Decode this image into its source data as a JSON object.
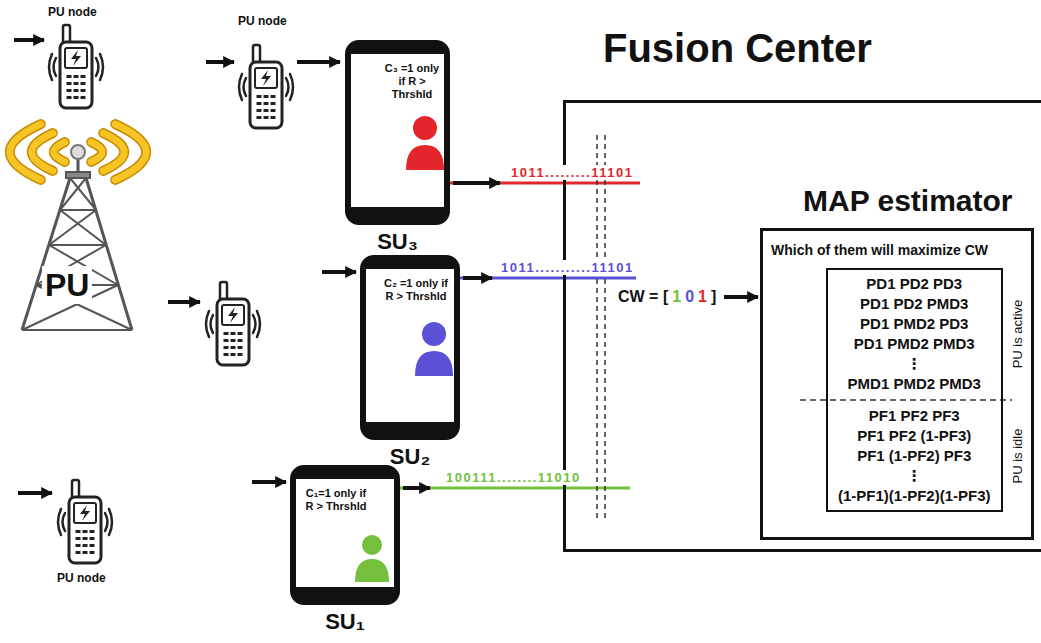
{
  "diagram": {
    "nodes": [
      {
        "text": [
          "C₃ =1 only if R > Thrshld",
          "SU₃"
        ]
      },
      {
        "text": [
          "C₂ =1 only if R > Thrshld",
          "SU₂"
        ]
      },
      {
        "text": [
          "C₁=1 only if R > Thrshld",
          "SU₁"
        ]
      },
      {
        "text": [
          "Fusion Center"
        ]
      },
      {
        "text": [
          "MAP estimator",
          "Which of them will maximize CW"
        ],
        "in": 3
      },
      {
        "text": [
          "PD1 PD2 PD3",
          "PD1 PD2 PMD3",
          "PD1 PMD2 PD3",
          "PD1 PMD2 PMD3",
          "⋮",
          "PMD1 PMD2 PMD3",
          "PF1 PF2 PF3",
          "PF1 PF2 (1-PF3)",
          "PF1 (1-PF2) PF3",
          "⋮",
          "(1-PF1)(1-PF2)(1-PF3)"
        ],
        "in": 4
      }
    ],
    "edges": [
      {
        "from": 0,
        "to": 3,
        "arrow": "none",
        "label": "1011.........11101"
      },
      {
        "from": 1,
        "to": 3,
        "arrow": "none",
        "label": "1011...........11101"
      },
      {
        "from": 2,
        "to": 3,
        "arrow": "none",
        "label": "100111........11010"
      }
    ],
    "labels": [
      "PU node",
      "PU node",
      "PU",
      "PU node",
      "CW = [",
      "1",
      "0",
      "1",
      "]",
      "PU is active",
      "PU is idle"
    ]
  }
}
